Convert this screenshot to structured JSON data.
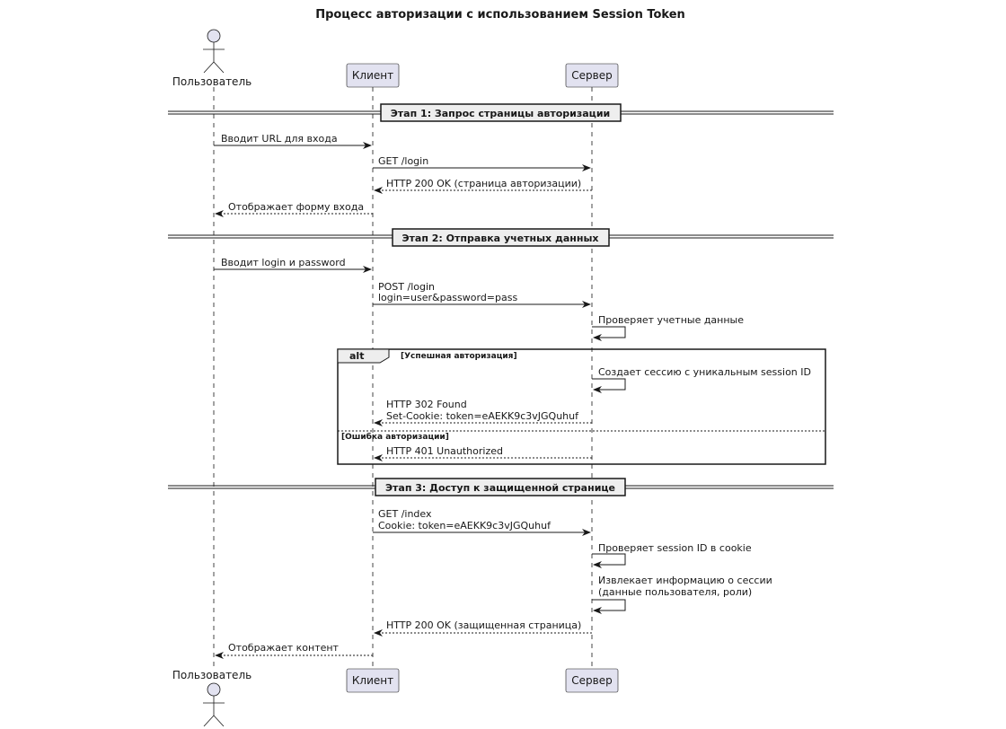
{
  "title": "Процесс авторизации с использованием Session Token",
  "participants": {
    "user": "Пользователь",
    "client": "Клиент",
    "server": "Сервер"
  },
  "dividers": [
    "Этап 1: Запрос страницы авторизации",
    "Этап 2: Отправка учетных данных",
    "Этап 3: Доступ к защищенной странице"
  ],
  "messages": {
    "m1": "Вводит URL для входа",
    "m2": "GET /login",
    "m3": "HTTP 200 OK (страница авторизации)",
    "m4": "Отображает форму входа",
    "m5": "Вводит login и password",
    "m6a": "POST /login",
    "m6b": "login=user&password=pass",
    "m7": "Проверяет учетные данные",
    "m8": "Создает сессию с уникальным session ID",
    "m9a": "HTTP 302 Found",
    "m9b": "Set-Cookie: token=eAEKK9c3vJGQuhuf",
    "m10": "HTTP 401 Unauthorized",
    "m11a": "GET /index",
    "m11b": "Cookie: token=eAEKK9c3vJGQuhuf",
    "m12": "Проверяет session ID в cookie",
    "m13a": "Извлекает информацию о сессии",
    "m13b": "(данные пользователя, роли)",
    "m14": "HTTP 200 OK (защищенная страница)",
    "m15": "Отображает контент"
  },
  "alt": {
    "label": "alt",
    "guard1": "[Успешная авторизация]",
    "guard2": "[Ошибка авторизации]"
  }
}
